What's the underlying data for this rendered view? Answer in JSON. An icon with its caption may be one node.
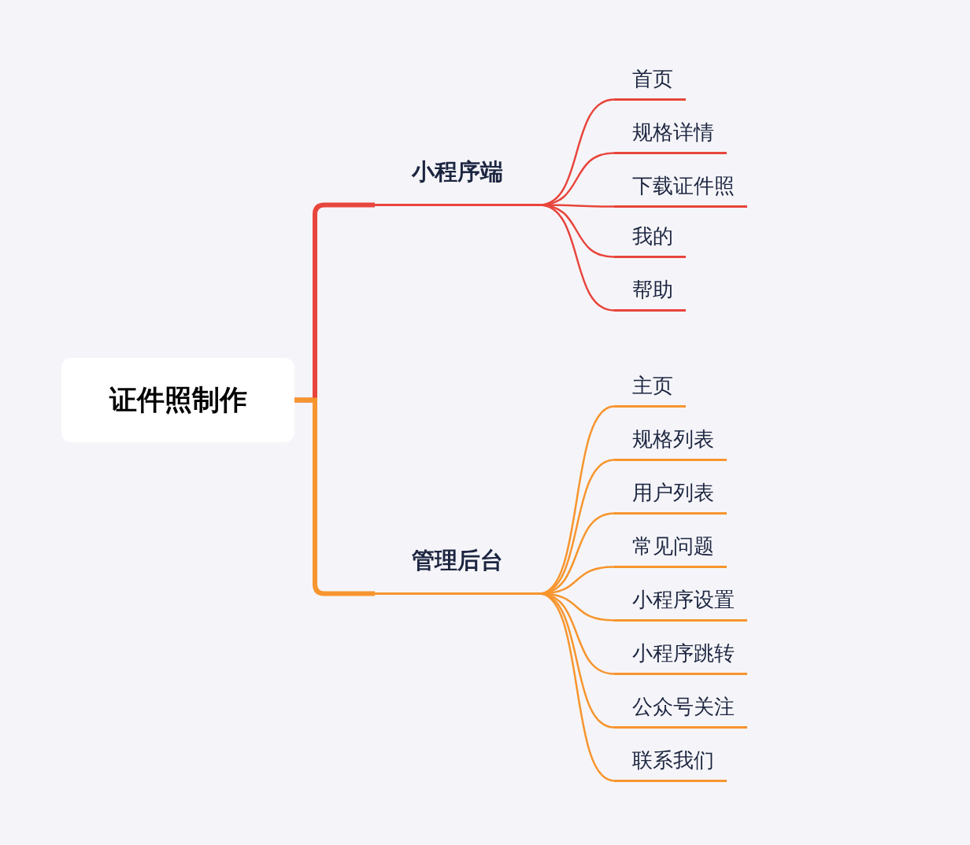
{
  "diagram": {
    "nodes": [
      {
        "text": [
          "证件照制作"
        ]
      },
      {
        "text": [
          "小程序端"
        ]
      },
      {
        "text": [
          "管理后台"
        ]
      },
      {
        "text": [
          "首页"
        ]
      },
      {
        "text": [
          "规格详情"
        ]
      },
      {
        "text": [
          "下载证件照"
        ]
      },
      {
        "text": [
          "我的"
        ]
      },
      {
        "text": [
          "帮助"
        ]
      },
      {
        "text": [
          "主页"
        ]
      },
      {
        "text": [
          "规格列表"
        ]
      },
      {
        "text": [
          "用户列表"
        ]
      },
      {
        "text": [
          "常见问题"
        ]
      },
      {
        "text": [
          "小程序设置"
        ]
      },
      {
        "text": [
          "小程序跳转"
        ]
      },
      {
        "text": [
          "公众号关注"
        ]
      },
      {
        "text": [
          "联系我们"
        ]
      }
    ],
    "edges": [
      {
        "from": 0,
        "to": 1,
        "arrow": "none",
        "style": "thick",
        "color": "#e8453c"
      },
      {
        "from": 0,
        "to": 2,
        "arrow": "none",
        "style": "thick"
      },
      {
        "from": 1,
        "to": 3,
        "arrow": "none",
        "color": "#e8453c"
      },
      {
        "from": 1,
        "to": 4,
        "arrow": "none",
        "color": "#e8453c"
      },
      {
        "from": 1,
        "to": 5,
        "arrow": "none",
        "color": "#e8453c"
      },
      {
        "from": 1,
        "to": 6,
        "arrow": "none",
        "color": "#e8453c"
      },
      {
        "from": 1,
        "to": 7,
        "arrow": "none",
        "color": "#e8453c"
      },
      {
        "from": 2,
        "to": 8,
        "arrow": "none"
      },
      {
        "from": 2,
        "to": 9,
        "arrow": "none"
      },
      {
        "from": 2,
        "to": 10,
        "arrow": "none"
      },
      {
        "from": 2,
        "to": 11,
        "arrow": "none"
      },
      {
        "from": 2,
        "to": 12,
        "arrow": "none"
      },
      {
        "from": 2,
        "to": 13,
        "arrow": "none"
      },
      {
        "from": 2,
        "to": 14,
        "arrow": "none"
      },
      {
        "from": 2,
        "to": 15,
        "arrow": "none"
      }
    ]
  }
}
